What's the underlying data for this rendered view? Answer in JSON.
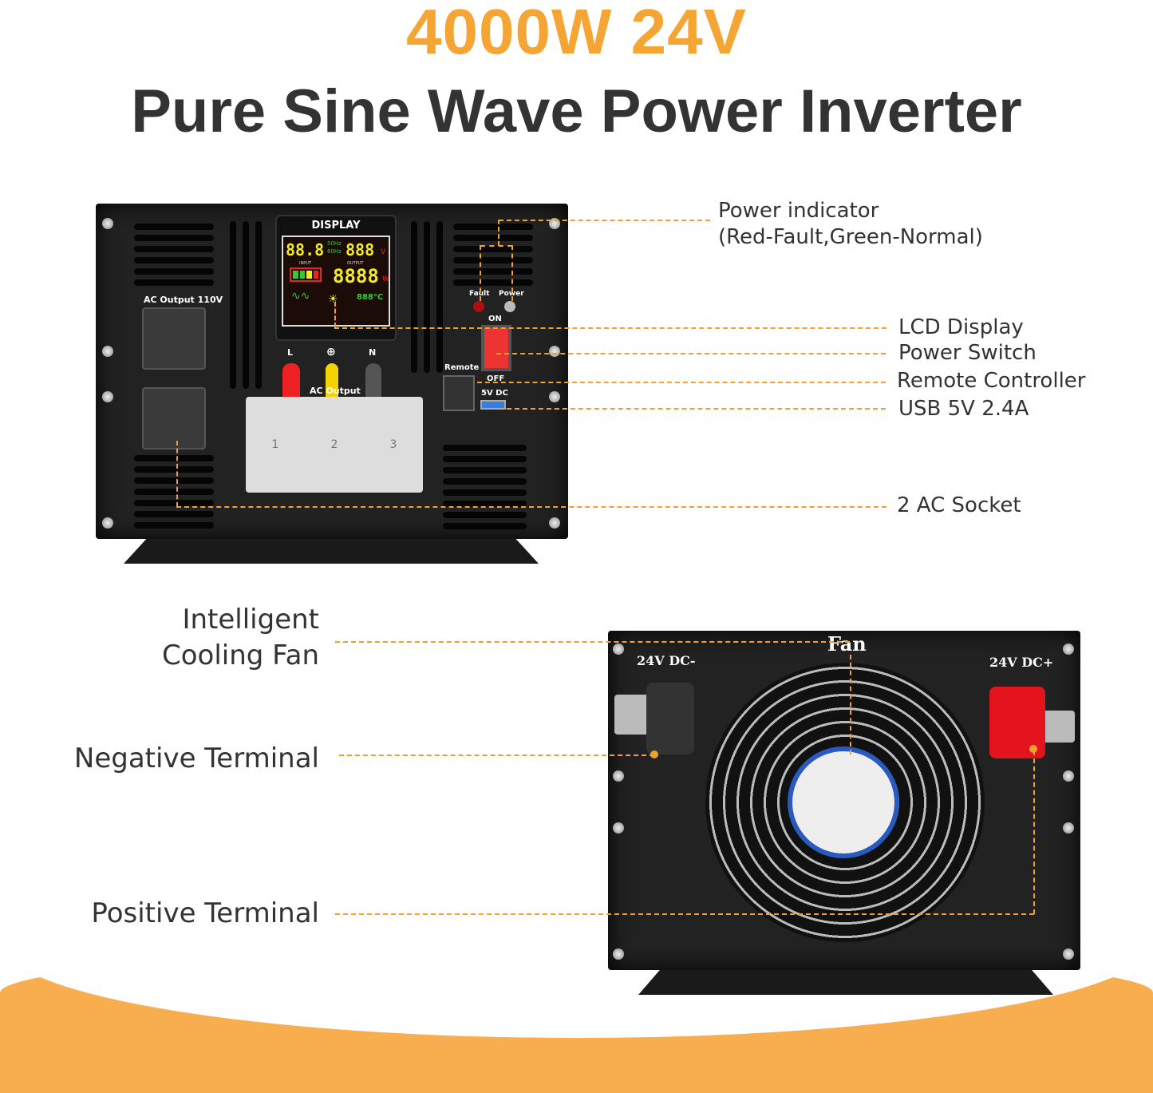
{
  "header": {
    "title_line1": "4000W 24V",
    "title_line2": "Pure Sine Wave Power Inverter"
  },
  "colors": {
    "accent": "#f5a534",
    "text": "#333333",
    "panel": "#222222",
    "callout_line": "#f0a030"
  },
  "front_panel": {
    "display_label": "DISPLAY",
    "lcd": {
      "input_voltage": "88.8",
      "freq_50": "50Hz",
      "freq_60": "60Hz",
      "output_voltage": "888",
      "input_label": "INPUT",
      "output_label": "OUTPUT",
      "power": "8888",
      "power_unit": "W",
      "volt_unit": "V",
      "temperature": "888°C"
    },
    "ac_output_label": "AC Output 110V",
    "terminal_labels": {
      "l": "L",
      "n": "N",
      "block": "AC Output"
    },
    "block_numbers": [
      "1",
      "2",
      "3"
    ],
    "fault_label": "Fault",
    "power_label": "Power",
    "on_label": "ON",
    "off_label": "OFF",
    "remote_label": "Remote",
    "usb_label": "5V DC"
  },
  "front_callouts": {
    "power_indicator": "Power indicator",
    "power_indicator_note": "(Red-Fault,Green-Normal)",
    "lcd_display": "LCD Display",
    "power_switch": "Power Switch",
    "remote_controller": "Remote Controller",
    "usb": "USB 5V 2.4A",
    "ac_socket": "2 AC Socket"
  },
  "back_panel": {
    "fan_label": "Fan",
    "dc_neg": "24V DC-",
    "dc_pos": "24V DC+"
  },
  "back_callouts": {
    "fan_line1": "Intelligent",
    "fan_line2": "Cooling Fan",
    "negative": "Negative Terminal",
    "positive": "Positive Terminal"
  }
}
